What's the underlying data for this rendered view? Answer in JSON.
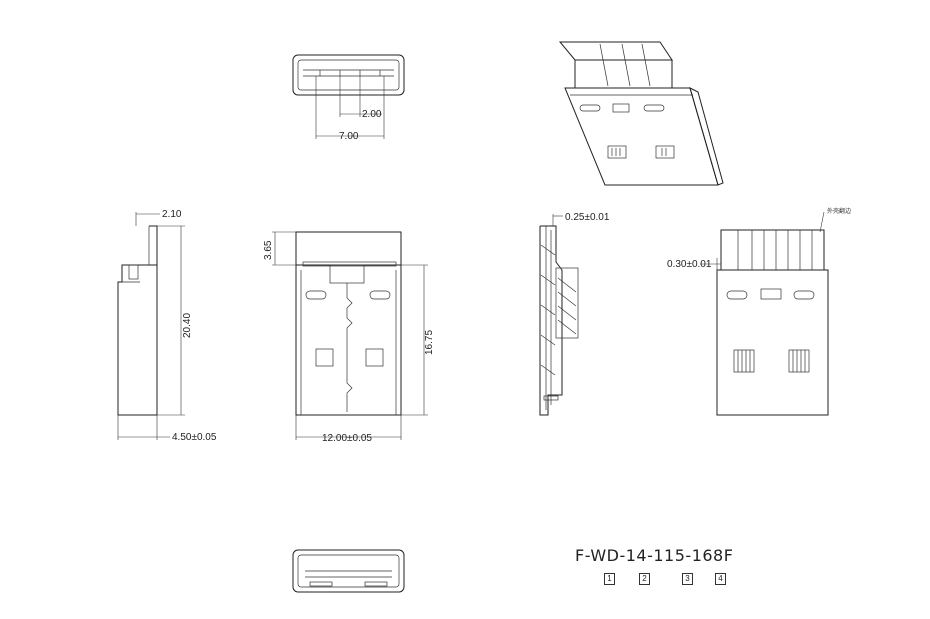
{
  "part_number": "F-WD-14-115-168F",
  "revision_boxes": [
    "1",
    "2",
    "3",
    "4"
  ],
  "dimensions": {
    "top_pitch": "2.00",
    "top_width": "7.00",
    "side_top": "2.10",
    "side_length": "20.40",
    "side_thickness": "4.50±0.05",
    "front_top": "3.65",
    "front_length": "16.75",
    "front_width": "12.00±0.05",
    "section_thickness": "0.25±0.01",
    "rear_offset": "0.30±0.01",
    "rear_note": "外壳翻边"
  },
  "colors": {
    "line": "#222222",
    "background": "#ffffff"
  }
}
